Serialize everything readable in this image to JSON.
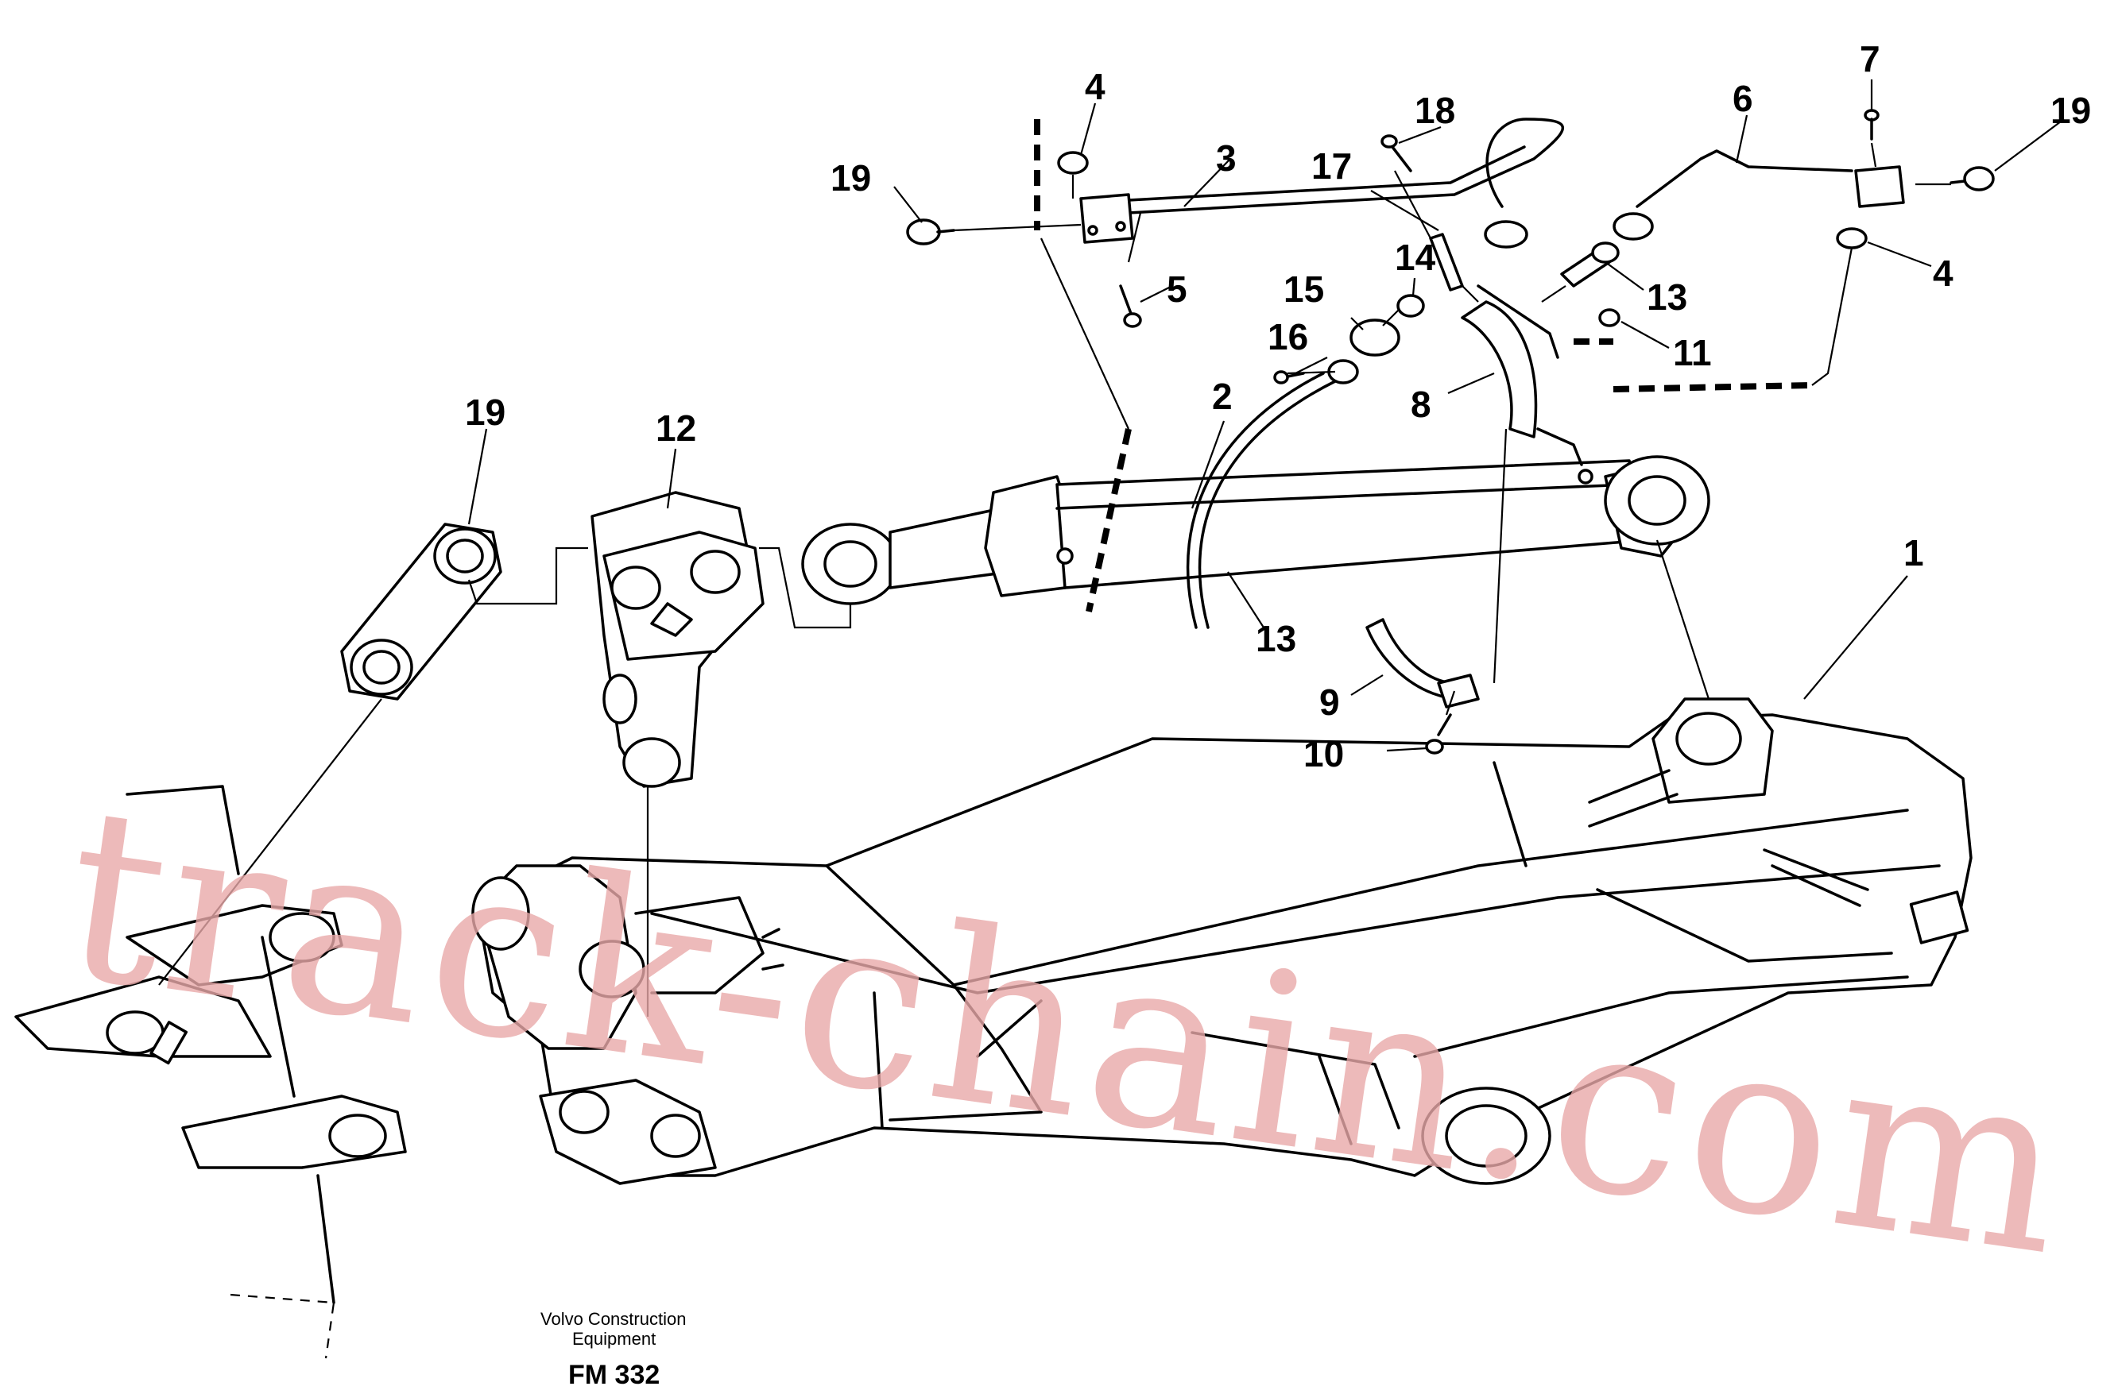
{
  "diagram": {
    "part_labels": {
      "p1": "1",
      "p2": "2",
      "p3": "3",
      "p4a": "4",
      "p4b": "4",
      "p5": "5",
      "p6": "6",
      "p7": "7",
      "p8": "8",
      "p9": "9",
      "p10": "10",
      "p11": "11",
      "p12": "12",
      "p13a": "13",
      "p13b": "13",
      "p14": "14",
      "p15": "15",
      "p16": "16",
      "p17": "17",
      "p18": "18",
      "p19a": "19",
      "p19b": "19",
      "p19c": "19"
    },
    "watermark": "track-chain.com",
    "credit_line1": "Volvo Construction",
    "credit_line2": "Equipment",
    "figure_code": "FM 332"
  },
  "colors": {
    "watermark": "#e9a9a9",
    "ink": "#000000",
    "paper": "#ffffff"
  }
}
